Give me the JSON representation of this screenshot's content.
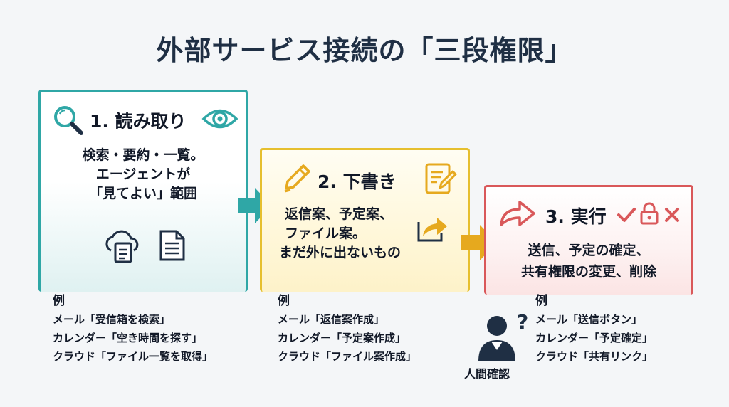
{
  "title": "外部サービス接続の「三段権限」",
  "stages": [
    {
      "heading": "1. 読み取り",
      "lines": [
        "検索・要約・一覧。",
        "エージェントが",
        "「見てよい」範囲"
      ],
      "example_label": "例",
      "examples": [
        "メール「受信箱を検索」",
        "カレンダー「空き時間を探す」",
        "クラウド「ファイル一覧を取得」"
      ],
      "color": "#2fa7a6"
    },
    {
      "heading": "2. 下書き",
      "lines": [
        "返信案、予定案、",
        "ファイル案。",
        "まだ外に出ないもの"
      ],
      "example_label": "例",
      "examples": [
        "メール「返信案作成」",
        "カレンダー「予定案作成」",
        "クラウド「ファイル案作成」"
      ],
      "color": "#e6bf2e"
    },
    {
      "heading": "3. 実行",
      "lines": [
        "送信、予定の確定、",
        "共有権限の変更、削除"
      ],
      "example_label": "例",
      "examples": [
        "メール「送信ボタン」",
        "カレンダー「予定確定」",
        "クラウド「共有リンク」"
      ],
      "color": "#d9585a"
    }
  ],
  "human_check": "人間確認",
  "icons": {
    "stage1": [
      "magnifier-icon",
      "eye-icon",
      "cloud-document-icon",
      "document-icon"
    ],
    "stage2": [
      "pencil-icon",
      "edit-note-icon",
      "share-arrow-icon"
    ],
    "stage3": [
      "forward-arrow-icon",
      "check-icon",
      "lock-icon",
      "x-icon"
    ],
    "human": "person-question-icon"
  }
}
